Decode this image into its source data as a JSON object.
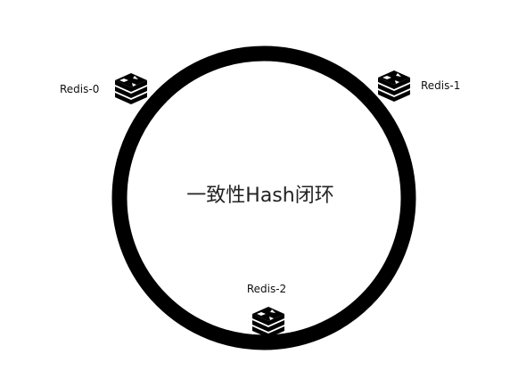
{
  "title": "一致性Hash闭环",
  "nodes": [
    {
      "id": "redis-0",
      "label": "Redis-0",
      "icon": "redis-logo-icon"
    },
    {
      "id": "redis-1",
      "label": "Redis-1",
      "icon": "redis-logo-icon"
    },
    {
      "id": "redis-2",
      "label": "Redis-2",
      "icon": "redis-logo-icon"
    }
  ],
  "colors": {
    "ring": "#000000",
    "background": "#ffffff",
    "icon": "#000000"
  }
}
